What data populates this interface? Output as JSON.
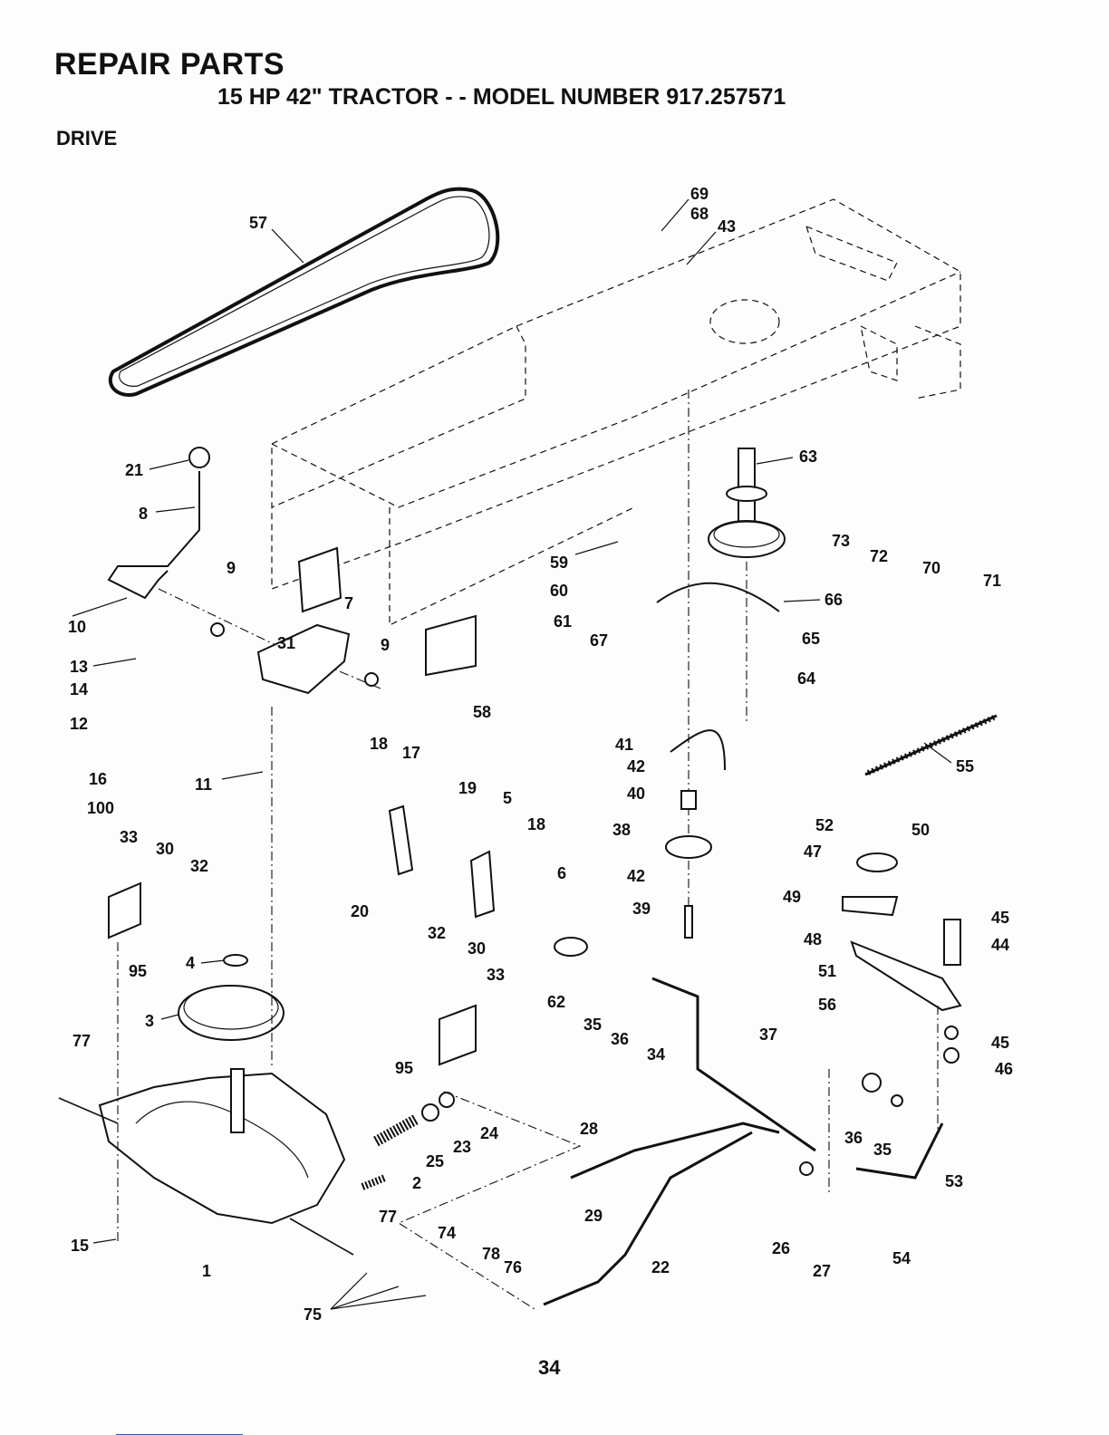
{
  "header": {
    "title": "REPAIR PARTS",
    "subtitle": "15 HP 42\" TRACTOR - - MODEL NUMBER 917.257571",
    "section": "DRIVE"
  },
  "footer": {
    "page_number": "34"
  },
  "part_labels": [
    "57",
    "69",
    "68",
    "43",
    "63",
    "73",
    "72",
    "70",
    "71",
    "21",
    "8",
    "9",
    "10",
    "31",
    "7",
    "13",
    "14",
    "12",
    "9",
    "58",
    "59",
    "60",
    "61",
    "67",
    "66",
    "65",
    "64",
    "41",
    "55",
    "42",
    "40",
    "18",
    "17",
    "19",
    "5",
    "18",
    "16",
    "100",
    "11",
    "38",
    "52",
    "50",
    "47",
    "33",
    "30",
    "32",
    "6",
    "20",
    "42",
    "39",
    "49",
    "45",
    "44",
    "48",
    "51",
    "56",
    "95",
    "4",
    "32",
    "30",
    "33",
    "62",
    "35",
    "36",
    "34",
    "3",
    "95",
    "37",
    "45",
    "46",
    "77",
    "28",
    "36",
    "35",
    "24",
    "23",
    "25",
    "2",
    "53",
    "29",
    "77",
    "74",
    "26",
    "27",
    "54",
    "15",
    "1",
    "78",
    "76",
    "22",
    "75"
  ]
}
